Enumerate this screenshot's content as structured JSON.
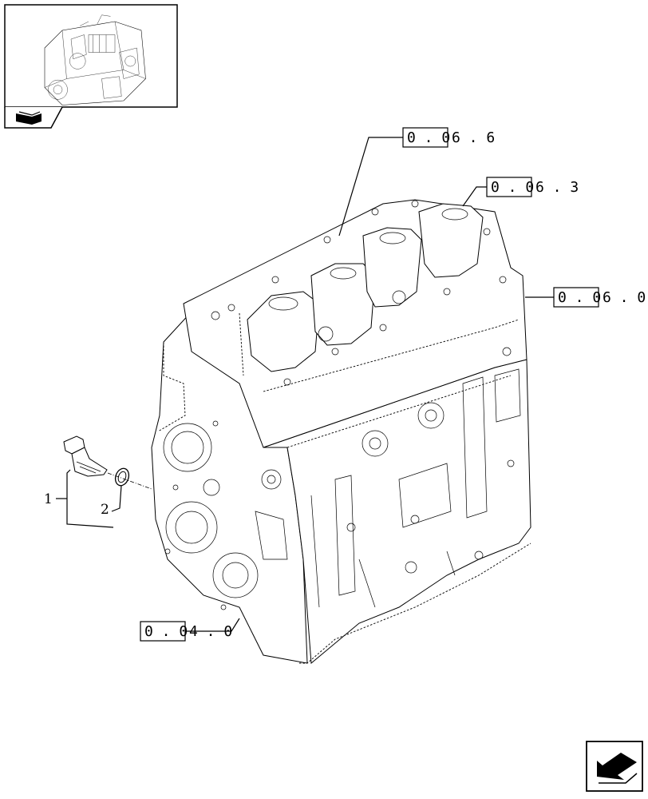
{
  "references": [
    {
      "boxed": "0 . 0",
      "suffix": "6 . 6"
    },
    {
      "boxed": "0 . 0",
      "suffix": "6 . 3"
    },
    {
      "boxed": "0 . 0",
      "suffix": "6 . 0"
    },
    {
      "boxed": "0 . 0",
      "suffix": "4 . 0"
    }
  ],
  "parts": [
    {
      "number": "1"
    },
    {
      "number": "2"
    }
  ],
  "icons": {
    "thumbnail": "engine-thumbnail-icon",
    "book": "book-icon",
    "next": "next-page-arrow-icon"
  }
}
